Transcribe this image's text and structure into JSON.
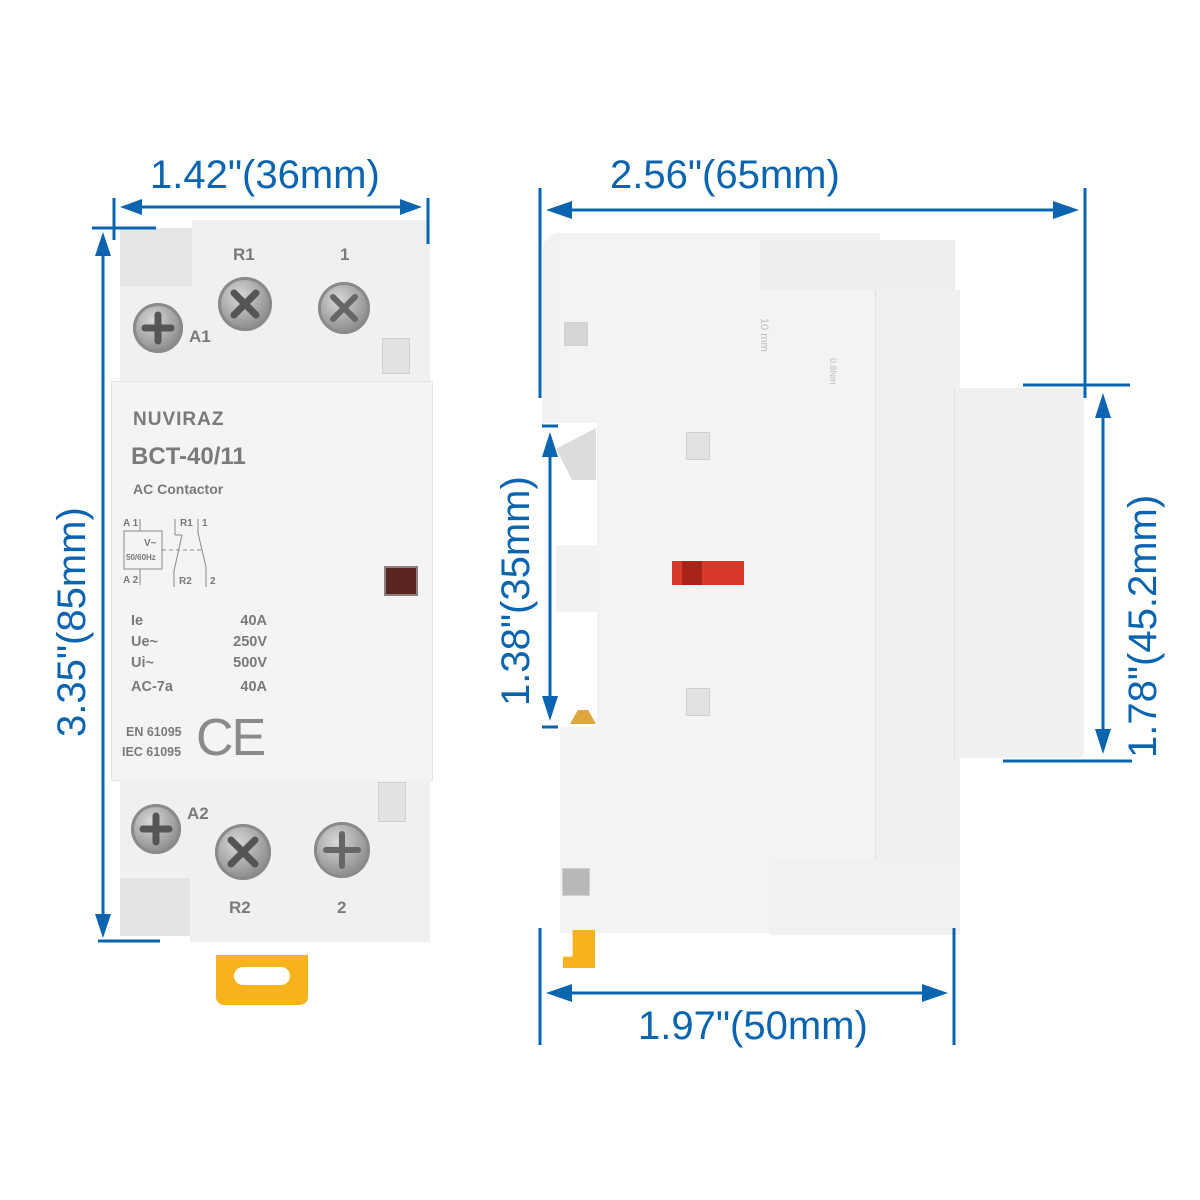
{
  "product": {
    "brand": "NUVIRAZ",
    "brand_accent_letter": "V",
    "model": "BCT-40/11",
    "type": "AC Contactor",
    "colors": {
      "dimension_blue": "#0a64b0",
      "housing": "#f0f0f0",
      "label_grey": "#7a7a7a",
      "indicator_red": "#d83a2a",
      "din_clip_yellow": "#f7b21c"
    }
  },
  "front_view": {
    "terminals_top": {
      "a1": "A1",
      "r1": "R1",
      "one": "1"
    },
    "terminals_bottom": {
      "a2": "A2",
      "r2": "R2",
      "two": "2"
    },
    "schematic": {
      "a1": "A 1",
      "a2": "A 2",
      "coil_voltage": "V~",
      "coil_freq": "50/60Hz",
      "r1": "R1",
      "r2": "R2",
      "c1": "1",
      "c2": "2"
    },
    "specs": [
      {
        "name": "Ie",
        "value": "40A"
      },
      {
        "name": "Ue~",
        "value": "250V"
      },
      {
        "name": "Ui~",
        "value": "500V"
      },
      {
        "name": "AC-7a",
        "value": "40A"
      }
    ],
    "standards": [
      "EN 61095",
      "IEC 61095"
    ],
    "mark": "CE"
  },
  "side_view": {
    "strip_length_mark": "10 mm",
    "torque_mark": "0.8Nm"
  },
  "dimensions": {
    "front_width": "1.42\"(36mm)",
    "front_height": "3.35\"(85mm)",
    "side_depth": "2.56\"(65mm)",
    "din_rail_height": "1.38\"(35mm)",
    "front_face_height": "1.78\"(45.2mm)",
    "base_depth": "1.97\"(50mm)"
  }
}
